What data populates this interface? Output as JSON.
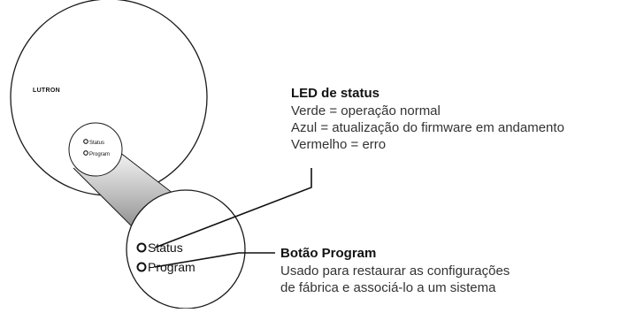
{
  "device": {
    "brand": "LUTRON",
    "small_status_label": "Status",
    "small_program_label": "Program",
    "zoom_status_label": "Status",
    "zoom_program_label": "Program"
  },
  "led_callout": {
    "title": "LED de status",
    "lines": [
      "Verde = operação normal",
      "Azul = atualização do firmware em andamento",
      "Vermelho = erro"
    ]
  },
  "program_callout": {
    "title": "Botão Program",
    "lines": [
      "Usado para restaurar as configurações",
      "de fábrica e associá-lo a um sistema"
    ]
  }
}
